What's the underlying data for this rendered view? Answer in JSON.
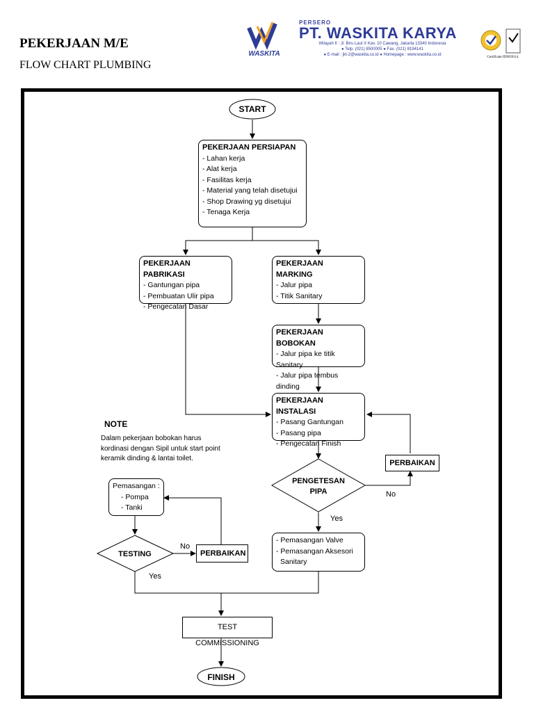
{
  "header": {
    "title": "PEKERJAAN M/E",
    "subtitle": "FLOW CHART PLUMBING"
  },
  "company": {
    "persero": "PERSERO",
    "name": "PT. WASKITA KARYA",
    "logo_text": "WASKITA",
    "address_1": "Wilayah II : Jl. Biru Laut X Kav. 10 Cawang, Jakarta 13340 Indonesia",
    "address_2": "● Telp. (021) 8500005 ● Fax. (021) 8194141",
    "address_3": "● E-mail : jkt-2@waskita.co.id ● Homepage : www.waskita.co.id",
    "cert_caption": "Certificate ID9039114",
    "brand_color": "#2e3b98"
  },
  "flow": {
    "start": "START",
    "finish": "FINISH",
    "persiapan": {
      "title": "PEKERJAAN PERSIAPAN",
      "items": [
        "- Lahan kerja",
        "- Alat kerja",
        "- Fasilitas kerja",
        "- Material yang telah disetujui",
        "- Shop Drawing yg disetujui",
        "- Tenaga Kerja"
      ]
    },
    "pabrikasi": {
      "title": "PEKERJAAN PABRIKASI",
      "items": [
        "- Gantungan pipa",
        "- Pembuatan Ulir pipa",
        "- Pengecatan Dasar"
      ]
    },
    "marking": {
      "title": "PEKERJAAN MARKING",
      "items": [
        "- Jalur pipa",
        "- Titik Sanitary"
      ]
    },
    "bobokan": {
      "title": "PEKERJAAN BOBOKAN",
      "items": [
        "- Jalur pipa ke titik Sanitary",
        "- Jalur pipa tembus dinding"
      ]
    },
    "instalasi": {
      "title": "PEKERJAAN INSTALASI",
      "items": [
        "- Pasang Gantungan",
        "- Pasang pipa",
        "- Pengecatan Finish"
      ]
    },
    "perbaikan_right": "PERBAIKAN",
    "pengetesan": [
      "PENGETESAN",
      "PIPA"
    ],
    "no_right": "No",
    "yes_right": "Yes",
    "valve": [
      "- Pemasangan Valve",
      "- Pemasangan Aksesori",
      "  Sanitary"
    ],
    "pemasangan": [
      "Pemasangan :",
      "- Pompa",
      "- Tanki"
    ],
    "testing": "TESTING",
    "no_left": "No",
    "perbaikan_left": "PERBAIKAN",
    "yes_left": "Yes",
    "commissioning": "TEST COMMISSIONING"
  },
  "note": {
    "title": "NOTE",
    "lines": [
      "Dalam pekerjaan bobokan harus",
      "kordinasi dengan Sipil untuk start point",
      "keramik dinding & lantai toilet."
    ]
  }
}
